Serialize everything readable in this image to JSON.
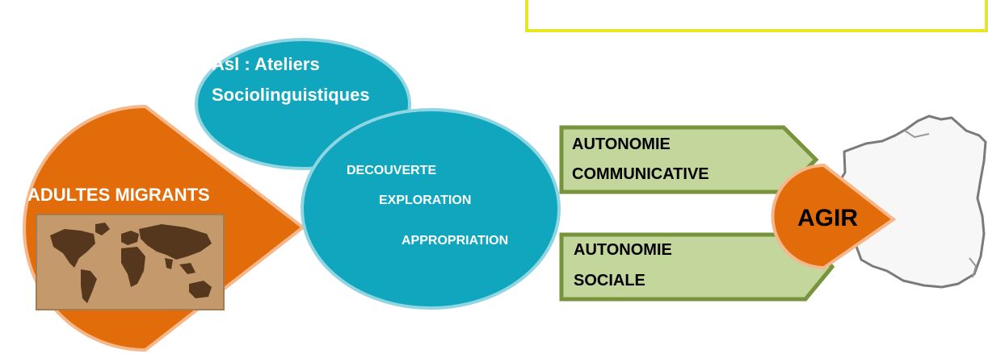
{
  "colors": {
    "orange": "#e36c0a",
    "orange_outline": "#f6b78a",
    "teal": "#0fa6be",
    "teal_outline": "#8fd5e2",
    "green_fill": "#c3d69b",
    "green_outline": "#77933c",
    "yellow_border": "#e4e722",
    "cork": "#c49a6c"
  },
  "nodes": {
    "adultes": {
      "label": "ADULTES MIGRANTS"
    },
    "asl": {
      "line1": "Asl : Ateliers",
      "line2": "Sociolinguistiques"
    },
    "process": {
      "step1": "DECOUVERTE",
      "step2": "EXPLORATION",
      "step3": "APPROPRIATION"
    },
    "autonomie_comm": {
      "line1": "AUTONOMIE",
      "line2": "COMMUNICATIVE"
    },
    "autonomie_soc": {
      "line1": "AUTONOMIE",
      "line2": "SOCIALE"
    },
    "agir": {
      "label": "AGIR"
    }
  },
  "images": {
    "world_map": "world-map-on-cork",
    "france_map": "france-outline-map"
  }
}
